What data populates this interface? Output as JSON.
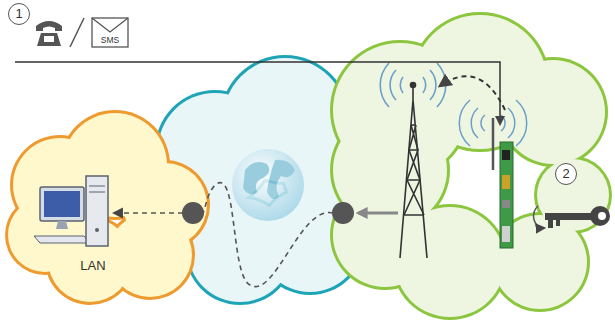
{
  "diagram": {
    "nodes": [
      {
        "text": [
          "LAN"
        ]
      }
    ],
    "labels": [
      "1",
      "SMS",
      "2"
    ]
  }
}
